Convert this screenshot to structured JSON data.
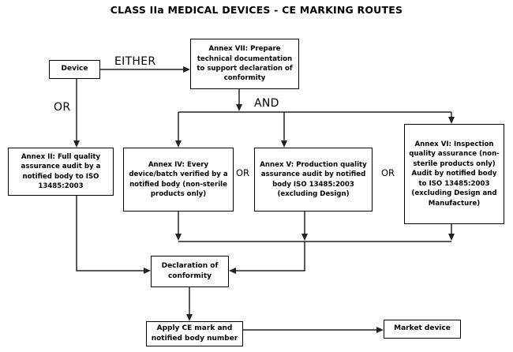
{
  "diagram": {
    "title": "CLASS IIa MEDICAL DEVICES - CE MARKING ROUTES",
    "type": "flowchart",
    "background_color": "#ffffff",
    "line_color": "#222222",
    "text_color": "#000000",
    "nodes": {
      "device": "Device",
      "annex_vii": "Annex VII: Prepare technical documentation to support declaration of conformity",
      "annex_ii": "Annex II: Full quality assurance audit by a notified body to ISO 13485:2003",
      "annex_iv": "Annex IV: Every device/batch verified by a notified body (non-sterile products only)",
      "annex_v": "Annex V: Production quality assurance audit by notified body ISO 13485:2003 (excluding Design)",
      "annex_vi": "Annex VI: Inspection quality assurance (non-sterile products only) Audit by notified body to ISO 13485:2003 (excluding Design and Manufacture)",
      "declaration": "Declaration of conformity",
      "apply_ce": "Apply CE mark and notified body number",
      "market": "Market device"
    },
    "connector_labels": {
      "either": "EITHER",
      "or_left": "OR",
      "and": "AND",
      "or_between_iv_v": "OR",
      "or_between_v_vi": "OR"
    }
  }
}
